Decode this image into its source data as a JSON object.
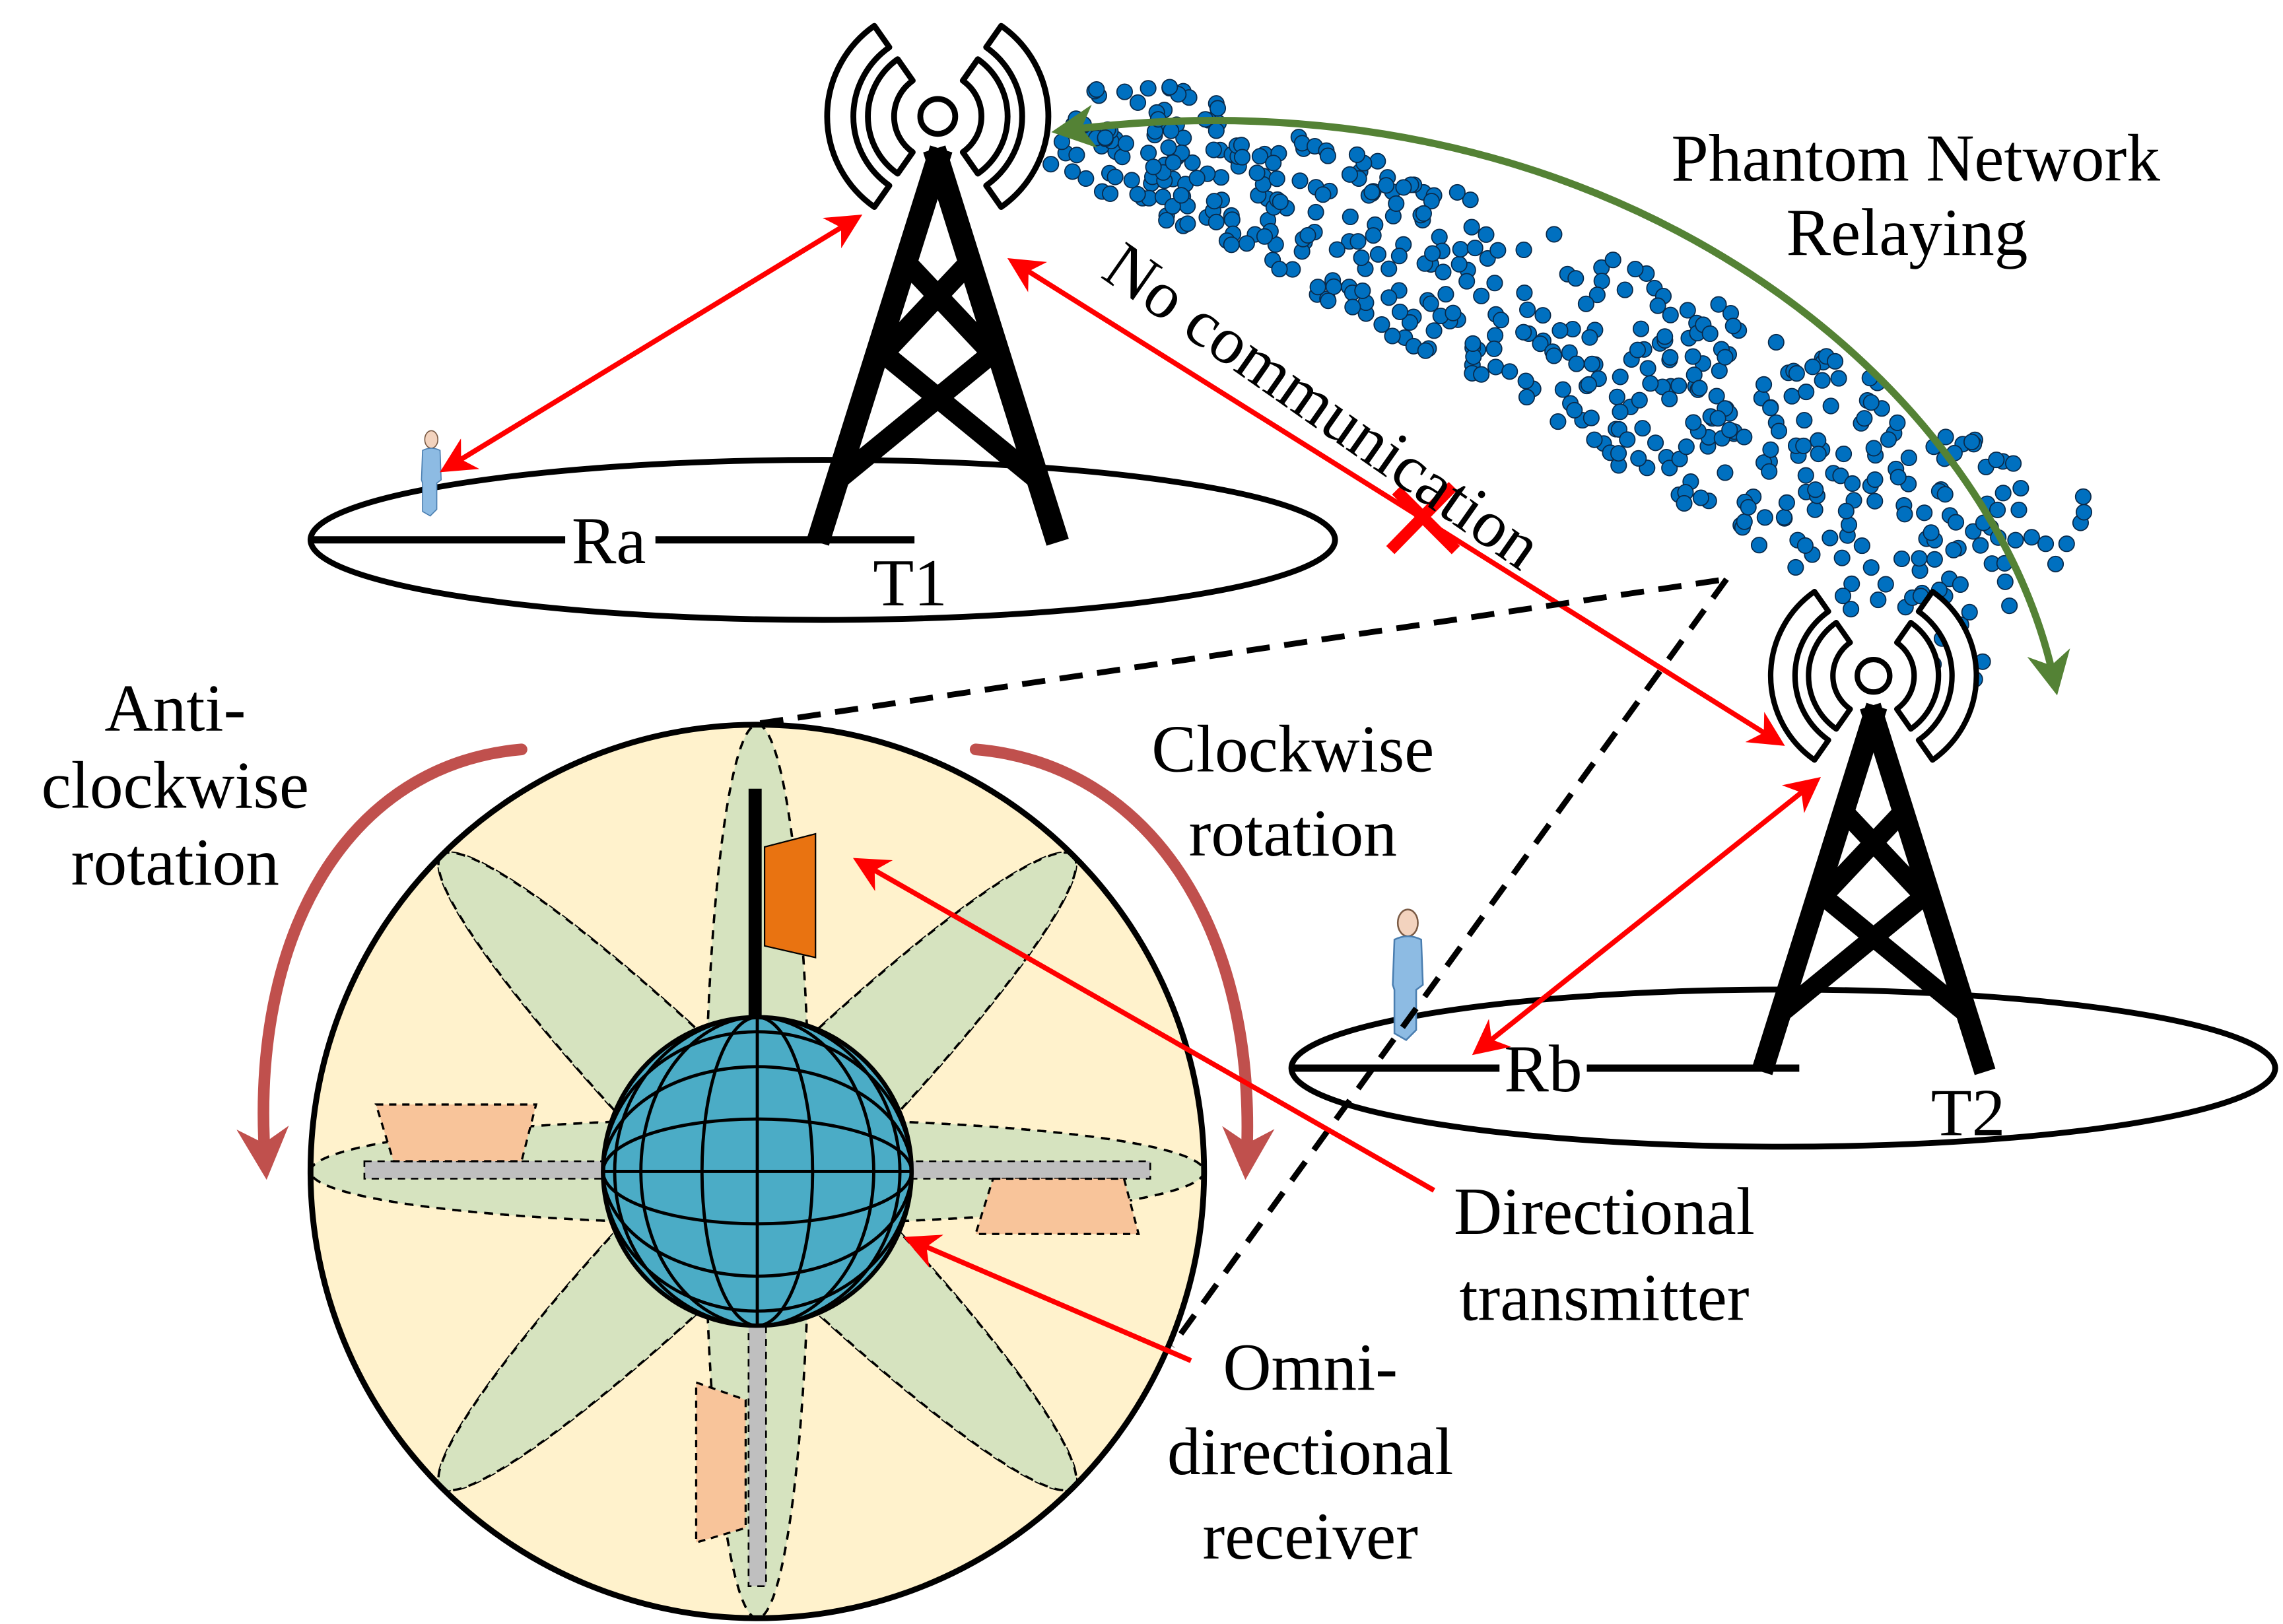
{
  "diagram": {
    "towers": [
      {
        "id": "T1",
        "label": "T1",
        "coverage_label": "Ra"
      },
      {
        "id": "T2",
        "label": "T2",
        "coverage_label": "Rb"
      }
    ],
    "labels": {
      "no_communication": "No communication",
      "phantom_line1": "Phantom Network",
      "phantom_line2": "Relaying",
      "anti_line1": "Anti-",
      "anti_line2": "clockwise",
      "anti_line3": "rotation",
      "cw_line1": "Clockwise",
      "cw_line2": "rotation",
      "dir_line1": "Directional",
      "dir_line2": "transmitter",
      "omni_line1": "Omni-",
      "omni_line2": "directional",
      "omni_line3": "receiver"
    },
    "colors": {
      "link_arrow": "#FF0000",
      "relay_arrow": "#548235",
      "rotation_arrow": "#C0504D",
      "relay_node": "#0070C0",
      "detail_background": "#FFF2CC",
      "beam_lobe": "#D6E3BF",
      "globe": "#4BACC6",
      "directional_panel": "#E97311",
      "receiver_panel": "#F8C49A",
      "boom": "#BFBFBF"
    },
    "relay_node_count": 520
  }
}
